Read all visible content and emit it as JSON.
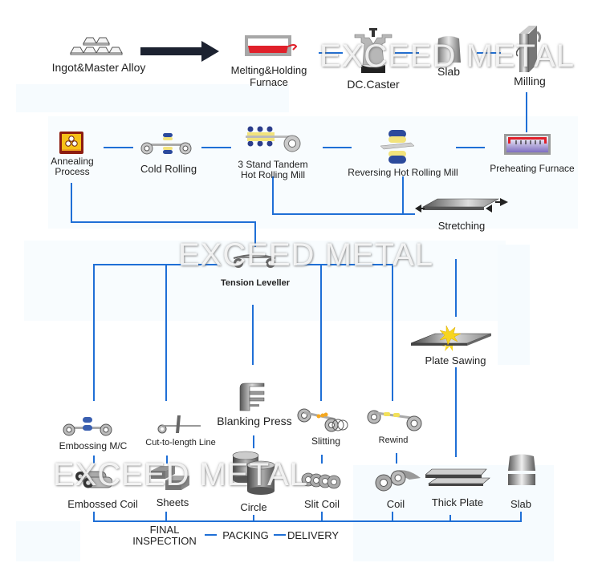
{
  "watermark": "EXCEED METAL",
  "colors": {
    "connector": "#1f6fd6",
    "arrow": "#1c2230",
    "furnace_red": "#e0202a",
    "preheat_purple": "#8a78c8",
    "anneal_yellow": "#f5c018",
    "anneal_brown": "#8c1c10"
  },
  "nodes": {
    "ingot": {
      "label": "Ingot&Master Alloy",
      "icon": "ingot-stack-icon"
    },
    "melting": {
      "label_line1": "Melting&Holding",
      "label_line2": "Furnace",
      "icon": "furnace-icon"
    },
    "caster": {
      "label": "DC.Caster",
      "icon": "caster-icon"
    },
    "slab_top": {
      "label": "Slab",
      "icon": "slab-icon"
    },
    "milling": {
      "label": "Milling",
      "icon": "milling-icon"
    },
    "preheating": {
      "label": "Preheating  Furnace",
      "icon": "preheating-furnace-icon"
    },
    "reversing": {
      "label": "Reversing Hot Rolling Mill",
      "icon": "reversing-mill-icon"
    },
    "tandem": {
      "label_line1": "3 Stand Tandem",
      "label_line2": "Hot Rolling Mill",
      "icon": "tandem-mill-icon"
    },
    "cold_rolling": {
      "label": "Cold Rolling",
      "icon": "cold-rolling-icon"
    },
    "annealing": {
      "label_line1": "Annealing",
      "label_line2": "Process",
      "icon": "annealing-icon"
    },
    "stretching": {
      "label": "Stretching",
      "icon": "stretching-icon"
    },
    "tension_leveller": {
      "label": "Tension Leveller",
      "icon": "tension-leveller-icon"
    },
    "plate_sawing": {
      "label": "Plate Sawing",
      "icon": "plate-sawing-icon"
    },
    "embossing": {
      "label": "Embossing M/C",
      "icon": "embossing-icon"
    },
    "cut_to_length": {
      "label": "Cut-to-length Line",
      "icon": "cut-to-length-icon"
    },
    "blanking": {
      "label": "Blanking  Press",
      "icon": "blanking-press-icon"
    },
    "slitting": {
      "label": "Slitting",
      "icon": "slitting-icon"
    },
    "rewind": {
      "label": "Rewind",
      "icon": "rewind-icon"
    }
  },
  "products": [
    {
      "id": "embossed-coil",
      "label": "Embossed Coil",
      "icon": "embossed-coil-icon"
    },
    {
      "id": "sheets",
      "label": "Sheets",
      "icon": "sheets-icon"
    },
    {
      "id": "circle",
      "label": "Circle",
      "icon": "circle-icon"
    },
    {
      "id": "slit-coil",
      "label": "Slit Coil",
      "icon": "slit-coil-icon"
    },
    {
      "id": "coil",
      "label": "Coil",
      "icon": "coil-icon"
    },
    {
      "id": "thick-plate",
      "label": "Thick Plate",
      "icon": "thick-plate-icon"
    },
    {
      "id": "slab",
      "label": "Slab",
      "icon": "slab-icon"
    }
  ],
  "final": {
    "inspection_line1": "FINAL",
    "inspection_line2": "INSPECTION",
    "packing": "PACKING",
    "delivery": "DELIVERY"
  }
}
